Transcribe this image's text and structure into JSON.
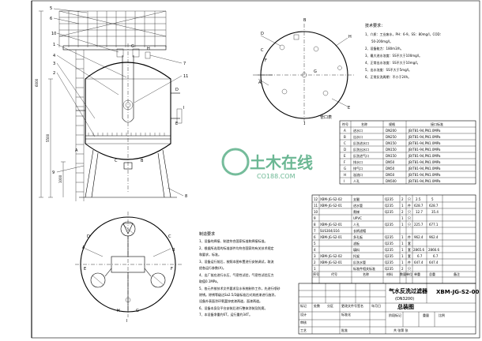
{
  "front_view": {
    "callouts": [
      "5",
      "6",
      "10",
      "1",
      "4",
      "3",
      "2",
      "7",
      "11",
      "9",
      "8",
      "A",
      "C",
      "B",
      "D",
      "E",
      "H",
      "G",
      "I"
    ],
    "dimensions": [
      "5500",
      "6000",
      "1000"
    ]
  },
  "plan_view": {
    "nozzle_labels": [
      "B",
      "H",
      "D",
      "C",
      "F",
      "A",
      "G",
      "E",
      "I"
    ]
  },
  "bottom_view": {
    "nozzle_labels": [
      "D",
      "A",
      "C",
      "B",
      "E",
      "F",
      "H",
      "G",
      "I"
    ]
  },
  "tech_requirements": {
    "title": "技术要求：",
    "lines": [
      "1、介质：工业废水，PH：6-9，SS：80mg/l，COD：",
      "50-200mg/l。",
      "2、设备能力：180m3/h。",
      "3、最大进水浓度：SS不大于100mg/l。",
      "4、正常出水浓度：SS不大于10mg/l。",
      "5、出水浓度：SS不大于5mg/l。",
      "6、正常反洗周期：不小于24h。"
    ]
  },
  "nozzle_table": {
    "title": "管口表",
    "headers": [
      "符号",
      "名称",
      "规格",
      "接口标准"
    ],
    "rows": [
      [
        "A",
        "进水口",
        "DN200",
        "JB/T81-94,PN1.0MPa"
      ],
      [
        "B",
        "出水口",
        "DN250",
        "JB/T81-94,PN1.0MPa"
      ],
      [
        "C",
        "反洗进水口",
        "DN150",
        "JB/T81-94,PN1.0MPa"
      ],
      [
        "D",
        "反洗出水口",
        "DN150",
        "JB/T81-94,PN1.0MPa"
      ],
      [
        "E",
        "反洗进气口",
        "DN150",
        "JB/T81-94,PN1.0MPa"
      ],
      [
        "F",
        "排水口",
        "DN50",
        "JB/T81-94,PN1.0MPa"
      ],
      [
        "G",
        "排气口",
        "DN50",
        "JB/T81-94,PN1.0MPa"
      ],
      [
        "H",
        "溢流口",
        "DN50",
        "JB/T81-94,PN1.0MPa"
      ],
      [
        "I",
        "人孔",
        "DN500",
        "JB/T81-94,PN1.0MPa"
      ]
    ]
  },
  "notes": {
    "title": "制造要求",
    "lines": [
      "1、设备的焊接、制造符合国家标准和焊接标准。",
      "2、根据所选用的标准部件均符合国家的有关技术规定",
      "   和要求，标准。",
      "3、设备运行前后，按照本图布置进行安装调试，取流",
      "   经各运行参数(A)。",
      "4、出厂前应进行水压、气密性试验，气密性试验压力",
      "   取值0.1MPa。",
      "5、各元件按技术文件要求及水系统制作工作，先进行喷砂",
      "   除锈。除锈等级达Sa2.5/2级标准后对其底漆进行施涂。",
      "   设备外表面涂环氧富锌底漆两道，面漆两道。",
      "6、设备本身及平台安装后进行整体涂装及防腐。",
      "7、本设备净重约6T，运行重约34T。"
    ]
  },
  "bom": {
    "rows": [
      [
        "12",
        "XBM-JG-S2-02",
        "支腿",
        "Q235",
        "2",
        "只",
        "2.5",
        "5",
        ""
      ],
      [
        "11",
        "XBM-JG-S2-01",
        "进水管",
        "Q235",
        "1",
        "件",
        "628.7",
        "628.7",
        ""
      ],
      [
        "10",
        "",
        "爬梯",
        "Q235",
        "2",
        "只",
        "12.7",
        "35.4",
        ""
      ],
      [
        "9",
        "",
        "UPVC",
        "",
        "1",
        "只",
        "",
        "",
        ""
      ],
      [
        "8",
        "XBM-JG-S2-01",
        "人孔",
        "Q235",
        "1",
        "只",
        "225.7",
        "677.1",
        ""
      ],
      [
        "7",
        "SUS304/316",
        "长柄滤帽",
        "",
        "",
        "",
        "",
        "",
        ""
      ],
      [
        "6",
        "XBM-JG-S2-01",
        "多孔板",
        "Q235",
        "1",
        "件",
        "962.4",
        "962.4",
        ""
      ],
      [
        "5",
        "",
        "滤板",
        "Q235",
        "1",
        "套",
        "",
        "",
        ""
      ],
      [
        "4",
        "",
        "填料",
        "Q235",
        "1",
        "套",
        "2865.6",
        "2866.6",
        ""
      ],
      [
        "3",
        "XBM-JG-S2-02",
        "托架",
        "Q235",
        "1",
        "套",
        "6.7",
        "6.7",
        ""
      ],
      [
        "2",
        "XBM-JG-S2-01",
        "反洗水管",
        "Q235",
        "1",
        "件",
        "647.4",
        "647.4",
        ""
      ],
      [
        "1",
        "",
        "标准件相关标准",
        "Q235",
        "2",
        "只",
        "",
        "",
        ""
      ]
    ],
    "header": [
      "序号",
      "代号",
      "名称",
      "材料",
      "数量",
      "单位",
      "单重",
      "总重",
      "备注"
    ]
  },
  "title_block": {
    "title": "气水反洗过滤器",
    "model": "(DN3200)",
    "drawing_name": "总装图",
    "drawing_no": "XBM-JG-S2-00",
    "labels": [
      "标记",
      "处数",
      "分区",
      "更改文件号",
      "签名",
      "年月日",
      "设计",
      "标准化",
      "阶段标记",
      "重量",
      "比例",
      "审核",
      "工艺",
      "批准",
      "共  张第  张"
    ]
  },
  "watermark": {
    "brand": "土木在线",
    "url": "CO188.COM"
  }
}
